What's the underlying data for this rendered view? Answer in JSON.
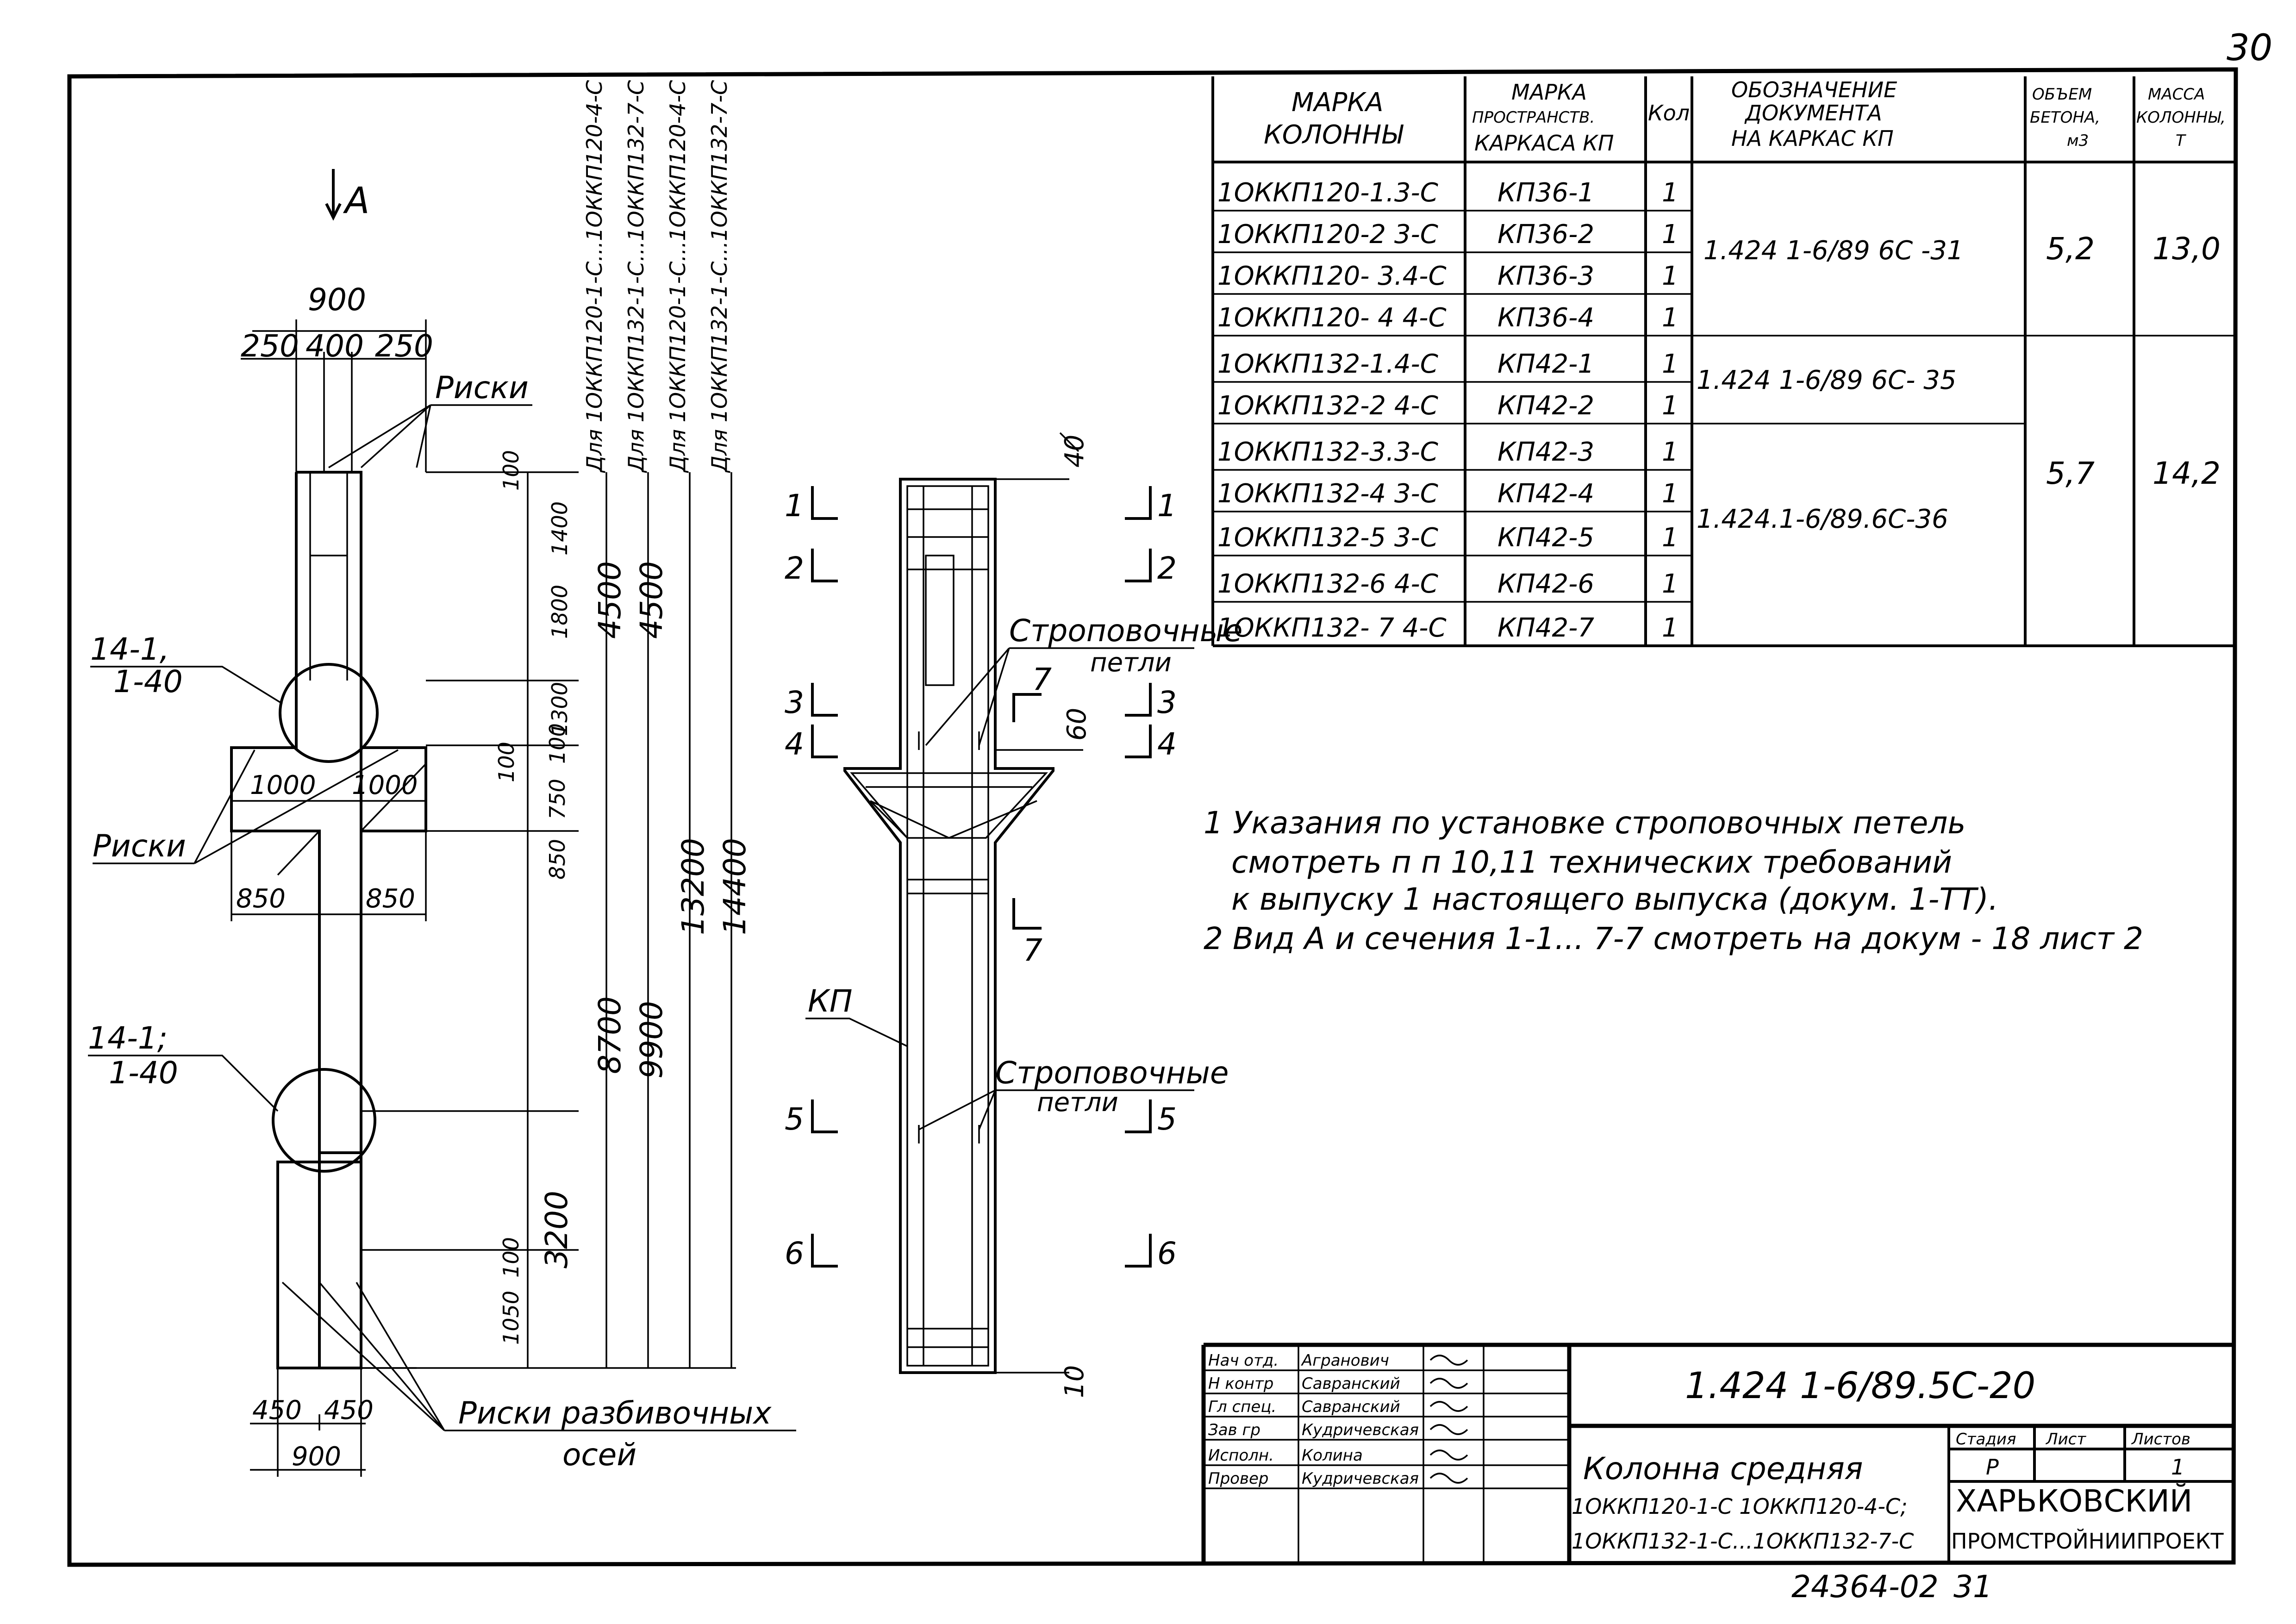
{
  "sheet_number": "30",
  "footer_code": "24364-02",
  "footer_page": "31",
  "table": {
    "headers": [
      "МАРКА КОЛОННЫ",
      "МАРКА ПРОСТРАНСТВ. КАРКАСА КП",
      "Кол",
      "ОБОЗНАЧЕНИЕ ДОКУМЕНТА НА КАРКАС КП",
      "ОБЪЕМ БЕТОНА, м3",
      "МАССА КОЛОННЫ, Т"
    ],
    "rows": [
      {
        "mark": "1ОККП120-1.3-С",
        "frame": "КП36-1",
        "qty": "1"
      },
      {
        "mark": "1ОККП120-2 3-С",
        "frame": "КП36-2",
        "qty": "1"
      },
      {
        "mark": "1ОККП120- 3.4-С",
        "frame": "КП36-3",
        "qty": "1"
      },
      {
        "mark": "1ОККП120- 4 4-С",
        "frame": "КП36-4",
        "qty": "1"
      },
      {
        "mark": "1ОККП132-1.4-С",
        "frame": "КП42-1",
        "qty": "1"
      },
      {
        "mark": "1ОККП132-2 4-С",
        "frame": "КП42-2",
        "qty": "1"
      },
      {
        "mark": "1ОККП132-3.3-С",
        "frame": "КП42-3",
        "qty": "1"
      },
      {
        "mark": "1ОККП132-4 3-С",
        "frame": "КП42-4",
        "qty": "1"
      },
      {
        "mark": "1ОККП132-5 3-С",
        "frame": "КП42-5",
        "qty": "1"
      },
      {
        "mark": "1ОККП132-6 4-С",
        "frame": "КП42-6",
        "qty": "1"
      },
      {
        "mark": "1ОККП132- 7 4-С",
        "frame": "КП42-7",
        "qty": "1"
      }
    ],
    "doc_groups": [
      "1.424 1-6/89 6С -31",
      "1.424 1-6/89 6С- 35",
      "1.424.1-6/89.6С-36"
    ],
    "volume_groups": [
      "5,2",
      "5,7"
    ],
    "mass_groups": [
      "13,0",
      "14,2"
    ]
  },
  "notes": [
    "1 Указания по установке строповочных петель",
    "смотреть п п 10,11 технических требований",
    "к выпуску 1 настоящего выпуска (докум. 1-ТТ).",
    "2 Вид А и сечения 1-1... 7-7 смотреть на докум - 18 лист 2"
  ],
  "elevation": {
    "view_label": "А",
    "label_riski": "Риски",
    "label_riski_razb_1": "Риски разбивочных",
    "label_riski_razb_2": "осей",
    "node_label_1a": "14-1,",
    "node_label_1b": "1-40",
    "node_label_2a": "14-1;",
    "node_label_2b": "1-40",
    "dims_top": [
      "900",
      "250",
      "400",
      "250"
    ],
    "dims_console": [
      "1000",
      "1000",
      "850",
      "850"
    ],
    "dims_bottom": [
      "450",
      "450",
      "900"
    ],
    "dims_vertical": [
      "100",
      "1400",
      "1800",
      "1300",
      "100",
      "100",
      "750",
      "850",
      "3200",
      "100",
      "1050"
    ],
    "dims_overall": [
      "8700",
      "4500",
      "9900",
      "4500",
      "13200",
      "14400"
    ],
    "applicability": [
      "Для 1ОККП120-1-С...1ОККП120-4-С",
      "Для 1ОККП132-1-С...1ОККП132-7-С",
      "Для 1ОККП120-1-С...1ОККП120-4-С",
      "Для 1ОККП132-1-С...1ОККП132-7-С"
    ]
  },
  "frame_view": {
    "label_loops": "Строповочные",
    "label_loops_2": "петли",
    "label_kp": "КП",
    "dim_top": "40",
    "dim_mid": "60",
    "dim_bottom": "10",
    "sections": [
      "1",
      "2",
      "3",
      "4",
      "5",
      "6",
      "7"
    ]
  },
  "title_block": {
    "roles": [
      "Нач отд.",
      "Н контр",
      "Гл спец.",
      "Зав гр",
      "Исполн.",
      "Провер"
    ],
    "names": [
      "Агранович",
      "Савранский",
      "Савранский",
      "Кудричевская",
      "Колина",
      "Кудричевская"
    ],
    "doc_code": "1.424 1-6/89.5С-20",
    "title_line1": "Колонна средняя",
    "title_line2": "1ОККП120-1-С 1ОККП120-4-С;",
    "title_line3": "1ОККП132-1-С...1ОККП132-7-С",
    "stage_label": "Стадия",
    "sheet_label": "Лист",
    "sheets_label": "Листов",
    "stage_value": "Р",
    "sheets_value": "1",
    "org_line1": "ХАРЬКОВСКИЙ",
    "org_line2": "ПРОМСТРОЙНИИПРОЕКТ"
  }
}
